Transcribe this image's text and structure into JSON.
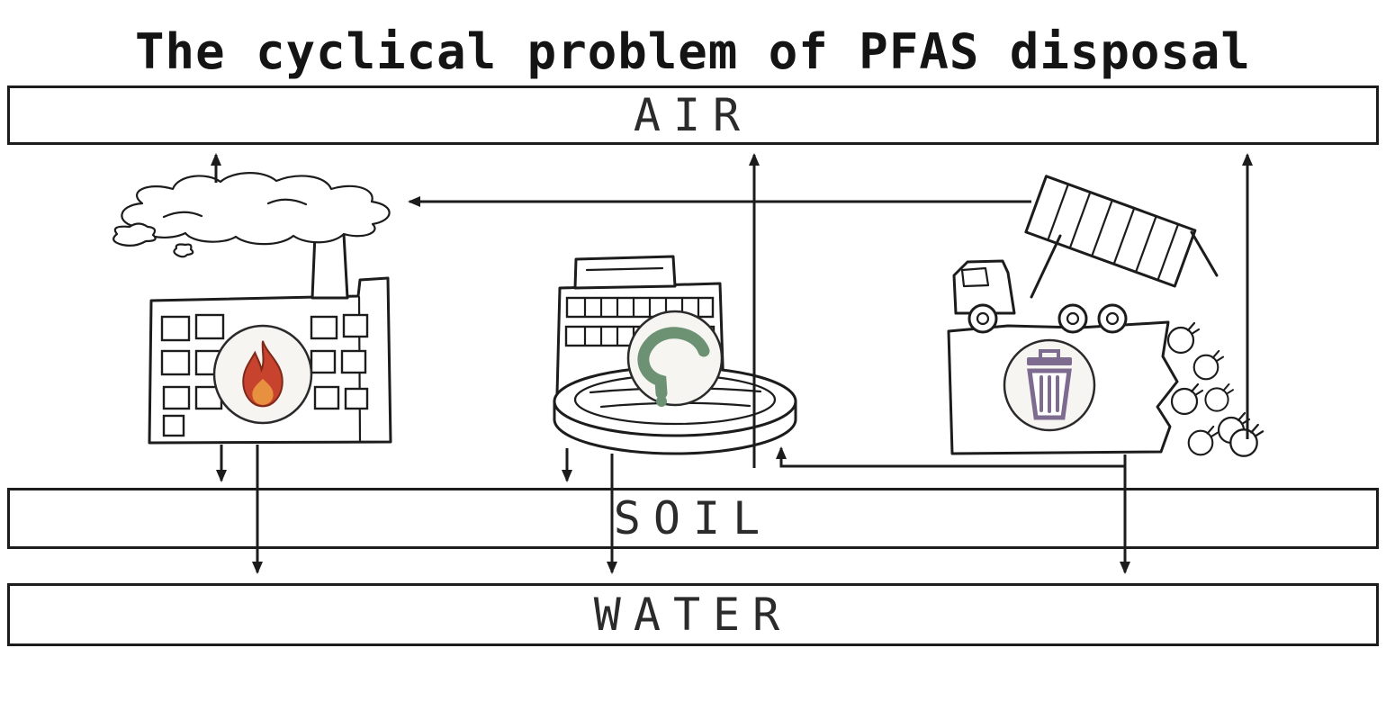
{
  "title": "The cyclical problem of PFAS disposal",
  "layers": {
    "air": {
      "label": "AIR"
    },
    "soil": {
      "label": "SOIL"
    },
    "water": {
      "label": "WATER"
    }
  },
  "nodes": {
    "incinerator": {
      "icon": "flame-icon"
    },
    "treatment_plant": {
      "icon": "water-recycle-icon"
    },
    "landfill": {
      "icon": "trash-can-icon"
    }
  },
  "flows": [
    {
      "from": "incinerator",
      "to": "air"
    },
    {
      "from": "landfill",
      "to": "incinerator"
    },
    {
      "from": "treatment_plant",
      "to": "air"
    },
    {
      "from": "incinerator",
      "to": "soil"
    },
    {
      "from": "incinerator",
      "to": "water"
    },
    {
      "from": "treatment_plant",
      "to": "soil"
    },
    {
      "from": "treatment_plant",
      "to": "water"
    },
    {
      "from": "landfill",
      "to": "air"
    },
    {
      "from": "landfill",
      "to": "treatment_plant"
    },
    {
      "from": "landfill",
      "to": "water"
    }
  ],
  "colors": {
    "ink": "#1c1c1c",
    "flame_primary": "#c8432d",
    "flame_inner": "#e79140",
    "water_green": "#6d9173",
    "trash_purple": "#7d6b90",
    "badge_fill": "#f7f5f2"
  }
}
